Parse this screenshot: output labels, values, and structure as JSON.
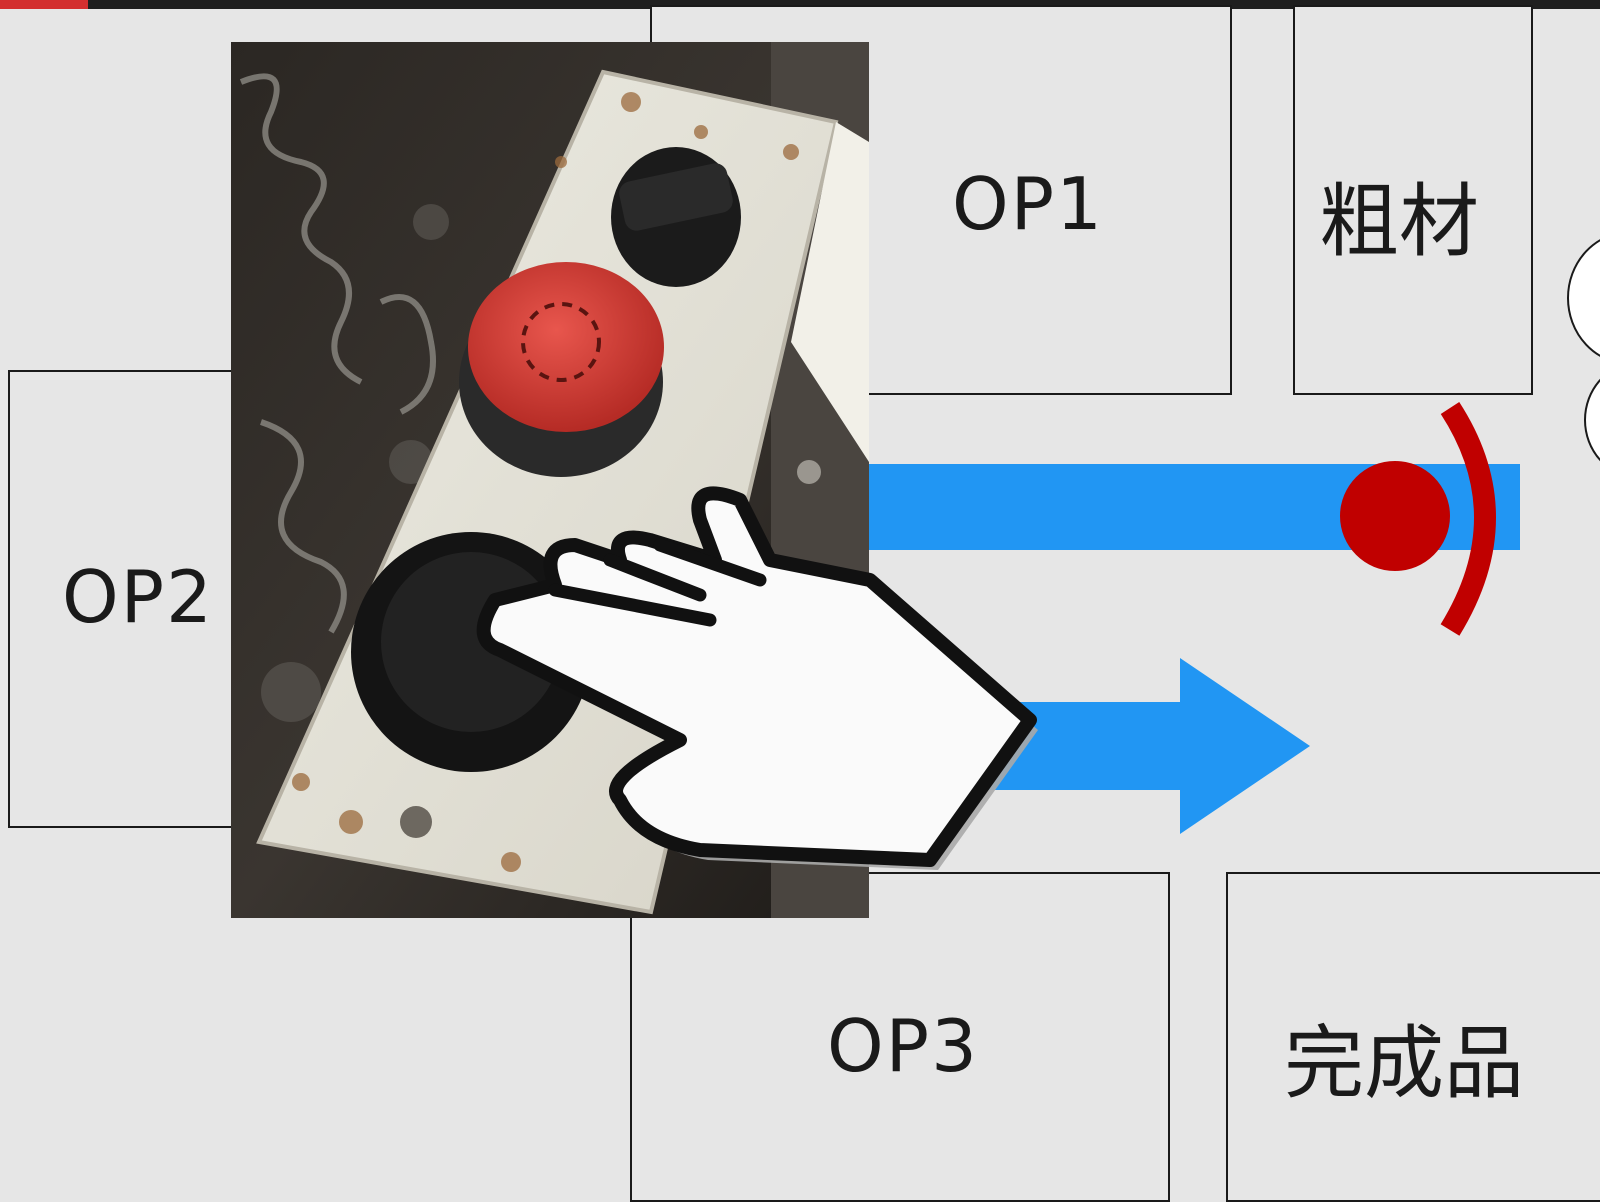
{
  "stations": {
    "op1": "OP1",
    "raw_material": "粗材",
    "op2": "OP2",
    "op3": "OP3",
    "finished_goods": "完成品"
  },
  "icons": {
    "photo": "control-panel-photo",
    "pointer": "pointing-hand-icon",
    "stop_marker": "stop-signal-icon",
    "flow_arrow": "flow-arrow-icon"
  },
  "colors": {
    "flow": "#2196f3",
    "stop": "#c00000",
    "accent": "#d32f2f"
  }
}
